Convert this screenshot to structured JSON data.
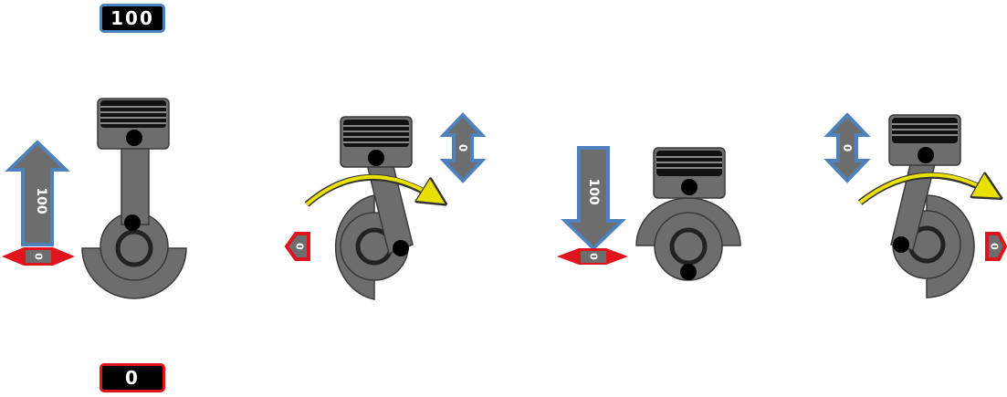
{
  "top_badge": {
    "value": "100",
    "border_color": "#4f81bd"
  },
  "bottom_badge": {
    "value": "0",
    "border_color": "#e0141c"
  },
  "colors": {
    "metal": "#6d6d6d",
    "outline": "#3a3a3a",
    "blue_arrow": "#4f81bd",
    "red_arrow": "#e0141c",
    "yellow_arrow": "#e8e000"
  },
  "stage1": {
    "vertical_force": "100",
    "horizontal_force": "0"
  },
  "stage2": {
    "vertical_force": "0",
    "horizontal_force": "0"
  },
  "stage3": {
    "vertical_force": "100",
    "horizontal_force": "0"
  },
  "stage4": {
    "vertical_force": "0",
    "horizontal_force": "0"
  }
}
